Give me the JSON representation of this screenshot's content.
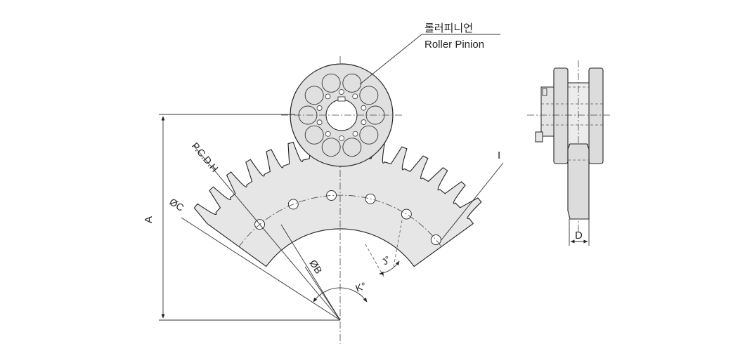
{
  "callout": {
    "korean": "롤러피니언",
    "english": "Roller Pinion"
  },
  "labels": {
    "A": "A",
    "pcd": "P.C.D.H",
    "dia_c": "ØC",
    "dia_b": "ØB",
    "J": "J°",
    "K": "K°",
    "I": "I",
    "D": "D"
  },
  "colors": {
    "gear_fill": "#e6e6e6",
    "pinion_fill": "#e0e0e0",
    "line": "#222222"
  }
}
